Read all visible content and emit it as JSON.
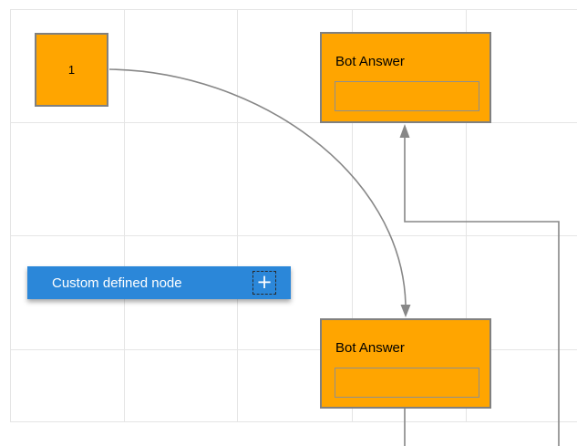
{
  "canvas": {
    "type": "diagram-editor-canvas",
    "background": "#ffffff",
    "grid_color": "#e5e5e5"
  },
  "nodes": {
    "start": {
      "label": "1",
      "fill": "#ffa500",
      "border": "#808080"
    },
    "bot_answer_top": {
      "title": "Bot Answer",
      "fill": "#ffa500",
      "border": "#808080",
      "input_value": "",
      "input_placeholder": ""
    },
    "bot_answer_bottom": {
      "title": "Bot Answer",
      "fill": "#ffa500",
      "border": "#808080",
      "input_value": "",
      "input_placeholder": ""
    },
    "custom": {
      "label": "Custom defined node",
      "fill": "#2b87d9",
      "text_color": "#ffffff",
      "plus_icon": "+"
    }
  },
  "connectors": {
    "color": "#878787",
    "curve": {
      "from": "node-1 right side",
      "to": "bot-answer-bottom top",
      "style": "bezier",
      "arrow": "down"
    },
    "elbow": {
      "from": "bot-answer-bottom bottom",
      "to": "bot-answer-top bottom",
      "style": "orthogonal",
      "arrow": "up"
    }
  },
  "theme": {
    "canvas_bg": "#ffffff",
    "grid_line": "#e5e5e5",
    "connector": "#878787",
    "node_fill": "#ffa500",
    "node_border": "#808080",
    "inner_border": "#8f8f8f",
    "blue_fill": "#2b87d9",
    "text_dark": "#000000",
    "text_light": "#ffffff"
  }
}
